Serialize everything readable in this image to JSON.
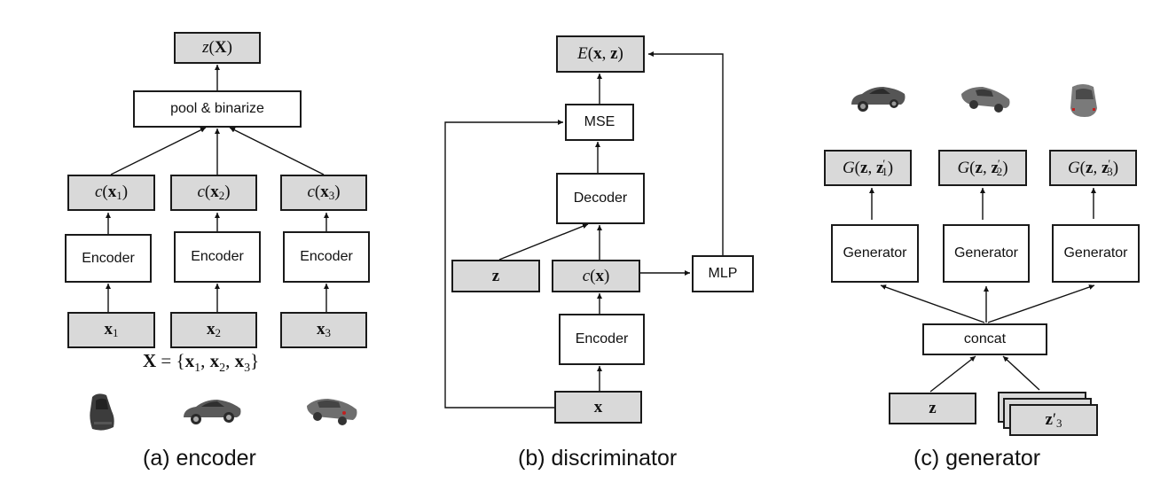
{
  "panels": {
    "encoder": {
      "caption": "(a) encoder",
      "output": {
        "fn": "z",
        "arg": "X"
      },
      "pool_label": "pool & binarize",
      "codes": [
        {
          "fn": "c",
          "arg": "x",
          "sub": "1"
        },
        {
          "fn": "c",
          "arg": "x",
          "sub": "2"
        },
        {
          "fn": "c",
          "arg": "x",
          "sub": "3"
        }
      ],
      "encoder_label": "Encoder",
      "inputs": [
        {
          "arg": "x",
          "sub": "1"
        },
        {
          "arg": "x",
          "sub": "2"
        },
        {
          "arg": "x",
          "sub": "3"
        }
      ],
      "set_label": {
        "lhs": "X",
        "eq": " = {",
        "items": [
          "x",
          "1",
          "x",
          "2",
          "x",
          "3"
        ],
        "close": "}"
      },
      "images": [
        "car-front-view",
        "car-side-view",
        "car-rear-view"
      ]
    },
    "discriminator": {
      "caption": "(b) discriminator",
      "output": {
        "fn": "E",
        "open": "(",
        "a": "x",
        "sep": ", ",
        "b": "z",
        "close": ")"
      },
      "mse_label": "MSE",
      "decoder_label": "Decoder",
      "z_label": "z",
      "code": {
        "fn": "c",
        "arg": "x"
      },
      "mlp_label": "MLP",
      "encoder_label": "Encoder",
      "input_label": "x"
    },
    "generator": {
      "caption": "(c) generator",
      "images": [
        "car-side-view-1",
        "car-side-view-2",
        "car-rear-view-3"
      ],
      "outputs": [
        {
          "fn": "G",
          "a": "z",
          "b": "z",
          "sub": "1"
        },
        {
          "fn": "G",
          "a": "z",
          "b": "z",
          "sub": "2"
        },
        {
          "fn": "G",
          "a": "z",
          "b": "z",
          "sub": "3"
        }
      ],
      "generator_label": "Generator",
      "concat_label": "concat",
      "z_label": "z",
      "zprime": {
        "base": "z",
        "prime": "′",
        "sub": "3"
      }
    }
  }
}
